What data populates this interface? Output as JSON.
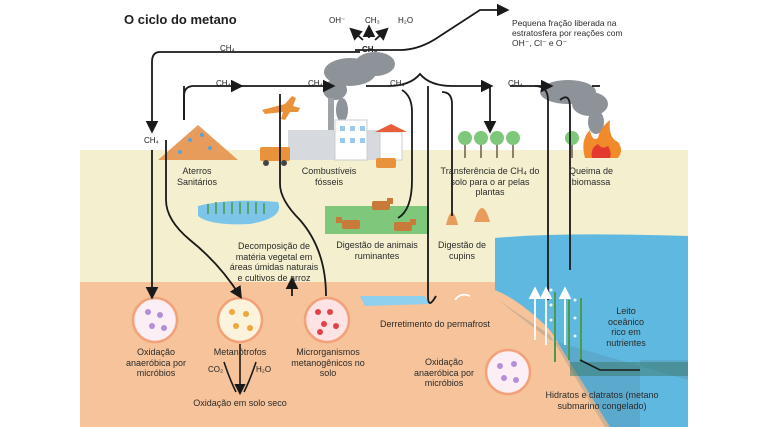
{
  "title": "O ciclo do metano",
  "top": {
    "oh": "OH⁻",
    "ch3": "CH₃",
    "h2o": "H₂O",
    "ch4_center": "CH₄",
    "release": "Pequena fração liberada na estratosfera por reações com OH⁻, Cl⁻ e O⁻"
  },
  "ch4_labels": [
    "CH₄",
    "CH₄",
    "CH₄",
    "CH₄",
    "CH₄",
    "CH₄"
  ],
  "sources": {
    "landfill": "Aterros Sanitários",
    "fossil": "Combustíveis fósseis",
    "plants": "Transferência de CH₄ do solo para o ar pelas plantas",
    "biomass": "Queima de biomassa",
    "wetlands": "Decomposição de matéria vegetal em áreas úmidas naturais e cultivos de arroz",
    "ruminants": "Digestão de animais ruminantes",
    "termites": "Digestão de cupins",
    "permafrost": "Derretimento do permafrost",
    "seabed": "Leito oceânico rico em nutrientes",
    "hydrates": "Hidratos e clatratos (metano submarino congelado)"
  },
  "soil": {
    "anaerobic": "Oxidação anaeróbica por micróbios",
    "methanotrophs": "Metanótrofos",
    "methanogens": "Microrganismos metanogênicos no solo",
    "co2": "CO₂",
    "h2o": "H₂O",
    "dry_oxidation": "Oxidação em solo seco",
    "ocean_anaerobic": "Oxidação anaeróbica por micróbios"
  },
  "colors": {
    "sky": "#ffffff",
    "land": "#f3efcf",
    "soil": "#f6c39a",
    "ocean": "#5fb8e0",
    "arrow": "#1a1a1a",
    "smoke": "#8e9399"
  }
}
